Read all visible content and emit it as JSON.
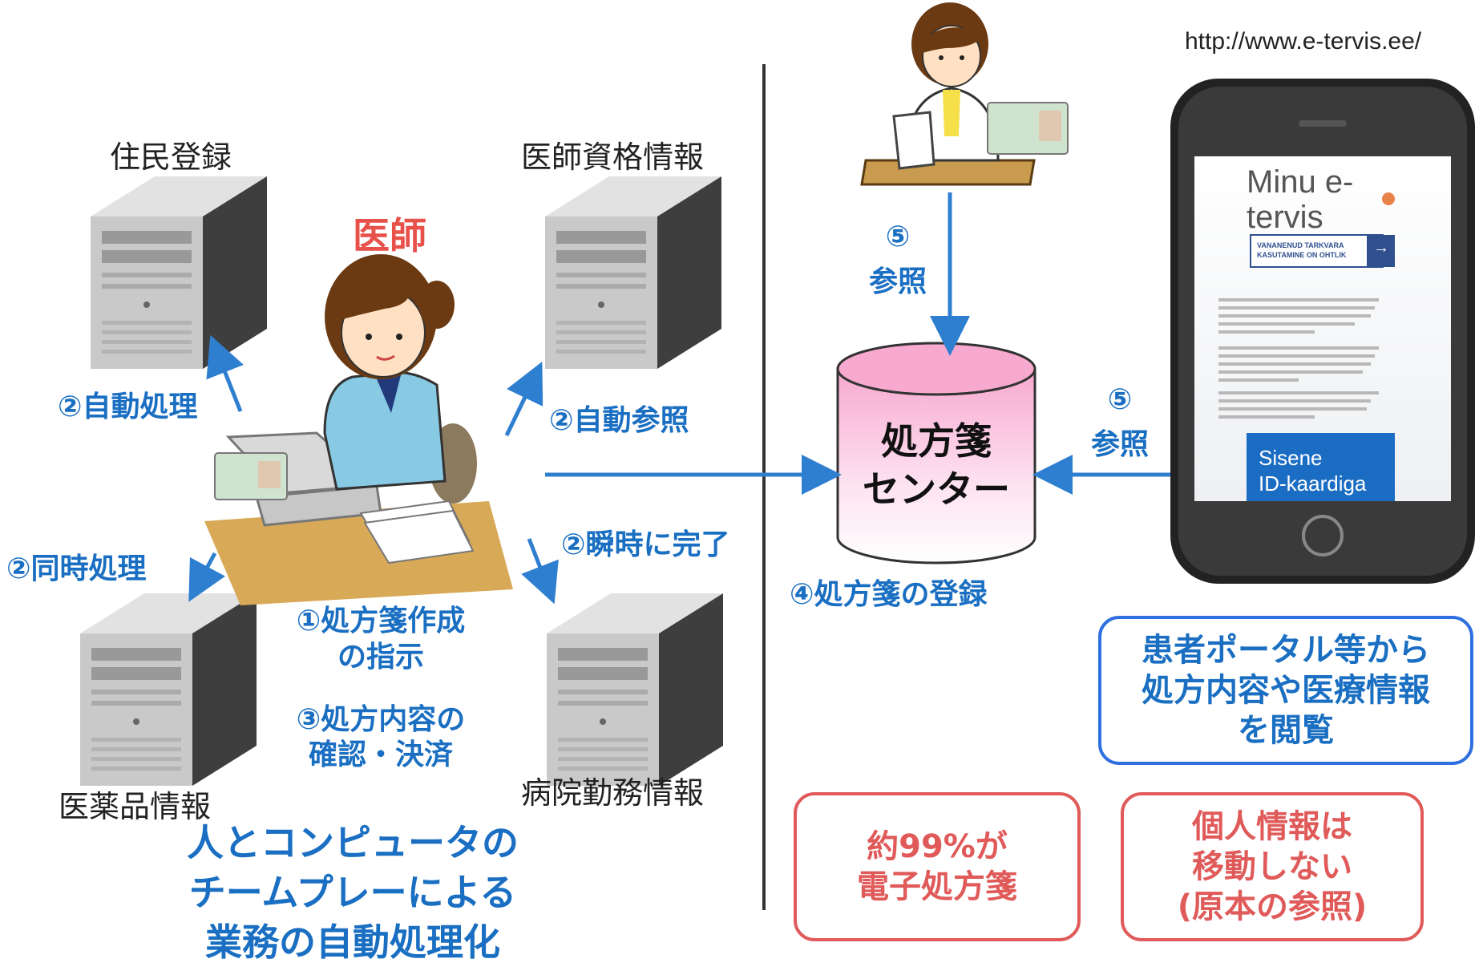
{
  "servers": {
    "resident": "住民登録",
    "doctor_qual": "医師資格情報",
    "medicine": "医薬品情報",
    "hospital": "病院勤務情報"
  },
  "doctor_label": "医師",
  "arrows": {
    "auto_process": "②自動処理",
    "auto_reference": "②自動参照",
    "simultaneous": "②同時処理",
    "instant_complete": "②瞬時に完了"
  },
  "steps": {
    "step1_line1": "①処方箋作成",
    "step1_line2": "の指示",
    "step3_line1": "③処方内容の",
    "step3_line2": "確認・決済"
  },
  "team_caption": [
    "人とコンピュータの",
    "チームプレーによる",
    "業務の自動処理化"
  ],
  "center": {
    "db_line1": "処方箋",
    "db_line2": "センター",
    "register": "④処方箋の登録",
    "ref_top_num": "⑤",
    "ref_top_text": "参照",
    "ref_right_num": "⑤",
    "ref_right_text": "参照"
  },
  "url": "http://www.e-tervis.ee/",
  "phone": {
    "title_line1": "Minu e-",
    "title_line2": "tervis",
    "banner_line1": "VANANENUD TARKVARA",
    "banner_line2": "KASUTAMINE ON OHTLIK",
    "banner_arrow": "→",
    "login_line1": "Sisene",
    "login_line2": "ID-kaardiga"
  },
  "boxes": {
    "portal": [
      "患者ポータル等から",
      "処方内容や医療情報",
      "を閲覧"
    ],
    "ninety_nine": [
      "約99%が",
      "電子処方箋"
    ],
    "privacy": [
      "個人情報は",
      "移動しない",
      "(原本の参照)"
    ]
  },
  "colors": {
    "accent_blue": "#1a6fc2",
    "arrow_blue": "#2f7fd0",
    "red": "#e05a5a",
    "doctor_red": "#e8504a",
    "db_pink": "#f6b2d6"
  }
}
